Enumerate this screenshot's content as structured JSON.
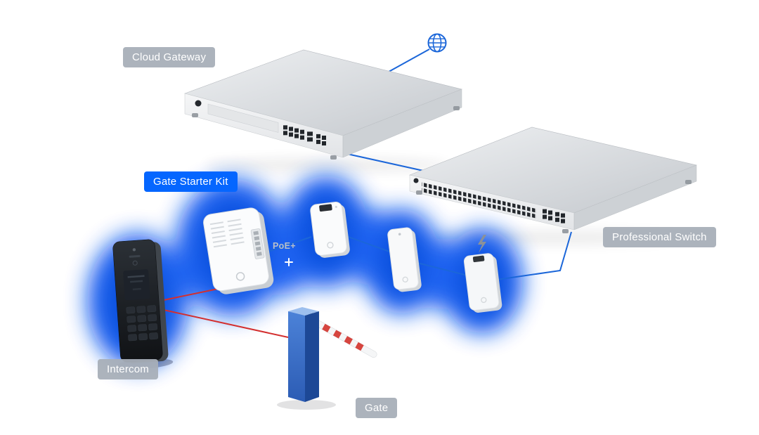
{
  "labels": {
    "cloud_gateway": "Cloud Gateway",
    "gate_starter_kit": "Gate Starter Kit",
    "professional_switch": "Professional Switch",
    "intercom": "Intercom",
    "gate": "Gate",
    "poe": "PoE+"
  },
  "colors": {
    "accent_blue": "#0566FF",
    "glow_blue": "#0857F0",
    "glow_core_blue": "#0646D2",
    "badge_gray": "#A8AFB8",
    "line_blue": "#1B66D9",
    "line_red": "#D32F2F",
    "device_light_gray": "#EEF0F2",
    "device_dark_gray": "#C7CBCF",
    "gate_blue": "#3E74C9",
    "intercom_black": "#15181C"
  },
  "icons": {
    "globe": "globe-icon",
    "lightning": "lightning-icon",
    "plus": "plus-icon"
  }
}
